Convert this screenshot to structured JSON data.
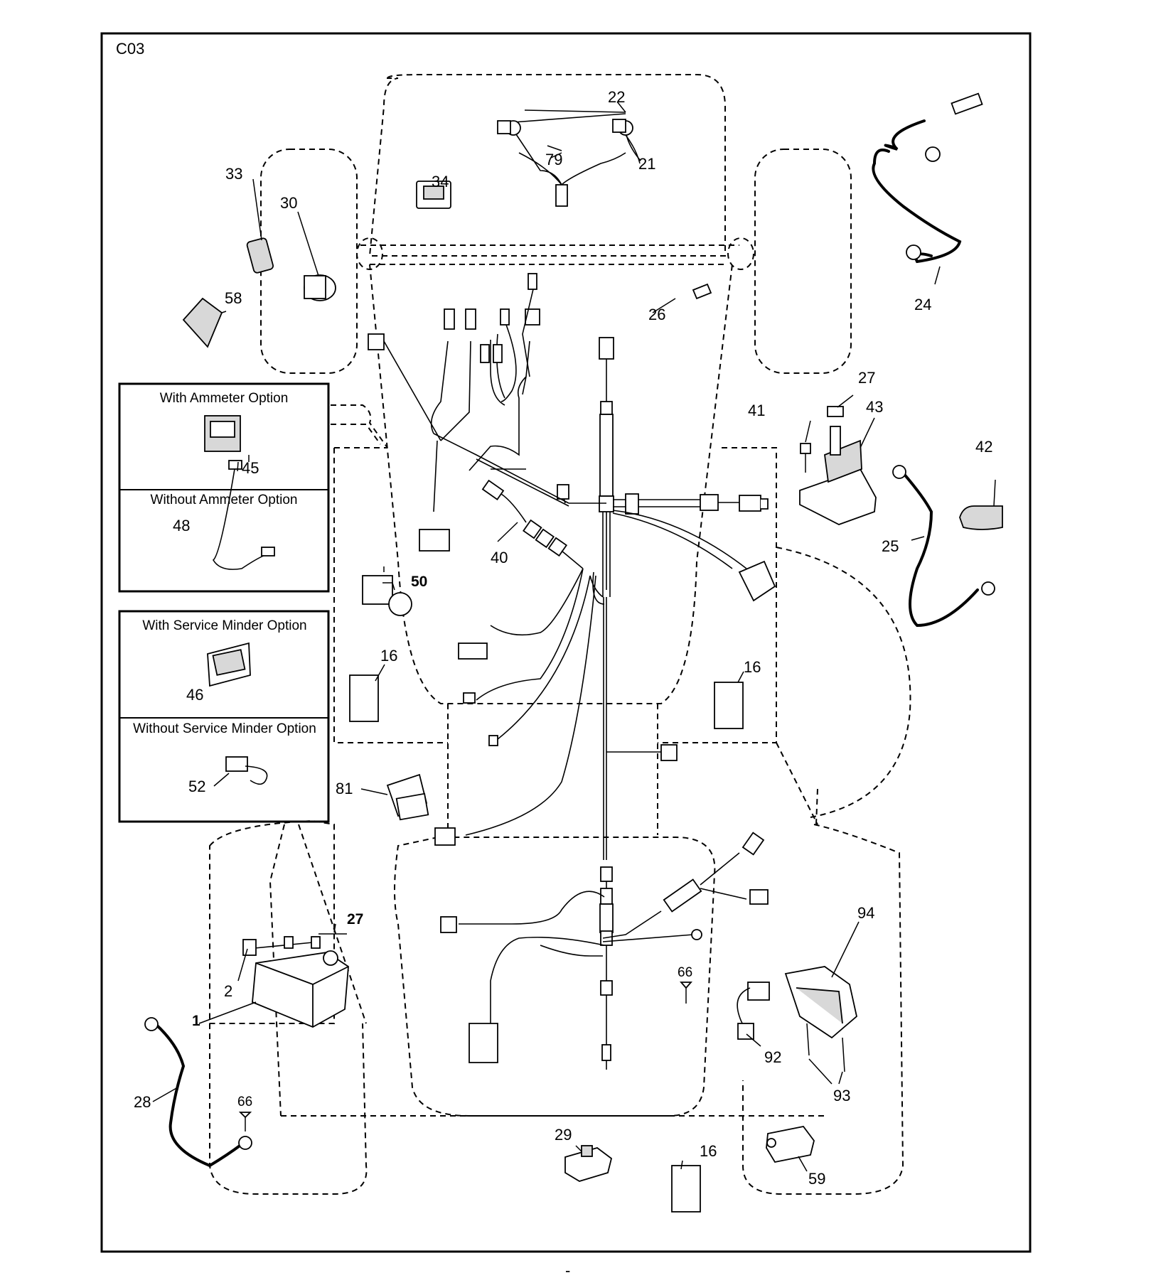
{
  "diagram": {
    "code": "C03",
    "footer_mark": "-",
    "callouts": [
      "1",
      "2",
      "16",
      "16",
      "16",
      "21",
      "22",
      "24",
      "25",
      "26",
      "27",
      "27",
      "28",
      "29",
      "30",
      "33",
      "34",
      "40",
      "41",
      "42",
      "43",
      "45",
      "46",
      "48",
      "50",
      "52",
      "58",
      "59",
      "66",
      "66",
      "79",
      "81",
      "92",
      "93",
      "94"
    ],
    "options": {
      "ammeter_with": "With Ammeter Option",
      "ammeter_without": "Without Ammeter Option",
      "service_with": "With Service Minder Option",
      "service_without": "Without Service Minder Option"
    }
  }
}
